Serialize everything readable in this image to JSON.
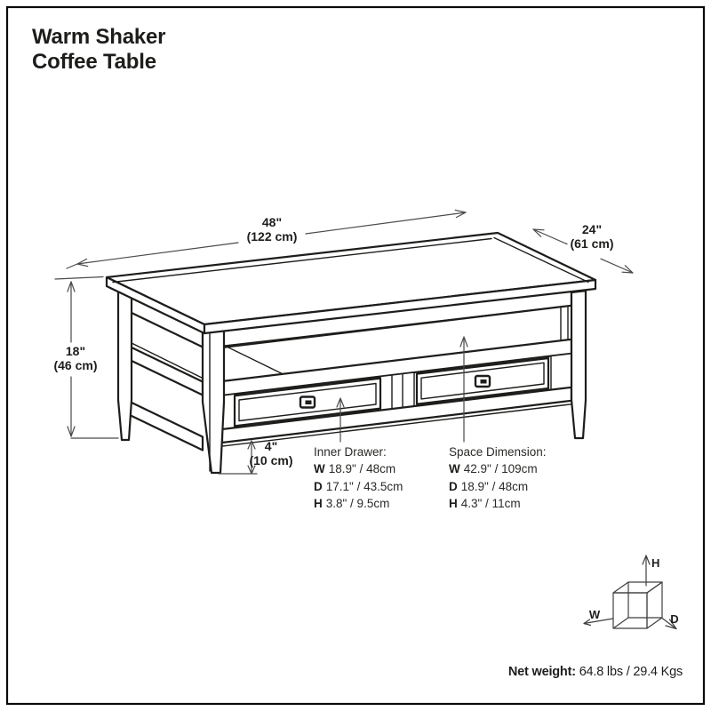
{
  "page": {
    "title_line1": "Warm Shaker",
    "title_line2": "Coffee Table"
  },
  "colors": {
    "ink": "#1d1d1b",
    "dimension_line": "#4a4a4a",
    "background": "#ffffff"
  },
  "dimensions": {
    "length": {
      "inches": "48\"",
      "metric": "(122 cm)"
    },
    "depth": {
      "inches": "24\"",
      "metric": "(61 cm)"
    },
    "height": {
      "inches": "18\"",
      "metric": "(46 cm)"
    },
    "clearance": {
      "inches": "4\"",
      "metric": "(10 cm)"
    }
  },
  "specs": {
    "inner_drawer": {
      "heading": "Inner Drawer:",
      "rows": [
        {
          "label": "W",
          "value": "18.9\" / 48cm"
        },
        {
          "label": "D",
          "value": "17.1\" / 43.5cm"
        },
        {
          "label": "H",
          "value": "3.8\" / 9.5cm"
        }
      ]
    },
    "space_dimension": {
      "heading": "Space Dimension:",
      "rows": [
        {
          "label": "W",
          "value": "42.9\" / 109cm"
        },
        {
          "label": "D",
          "value": "18.9\" / 48cm"
        },
        {
          "label": "H",
          "value": "4.3\" / 11cm"
        }
      ]
    }
  },
  "axis_cube": {
    "w": "W",
    "h": "H",
    "d": "D"
  },
  "net_weight": {
    "label": "Net weight:",
    "value": "64.8 lbs / 29.4 Kgs"
  }
}
